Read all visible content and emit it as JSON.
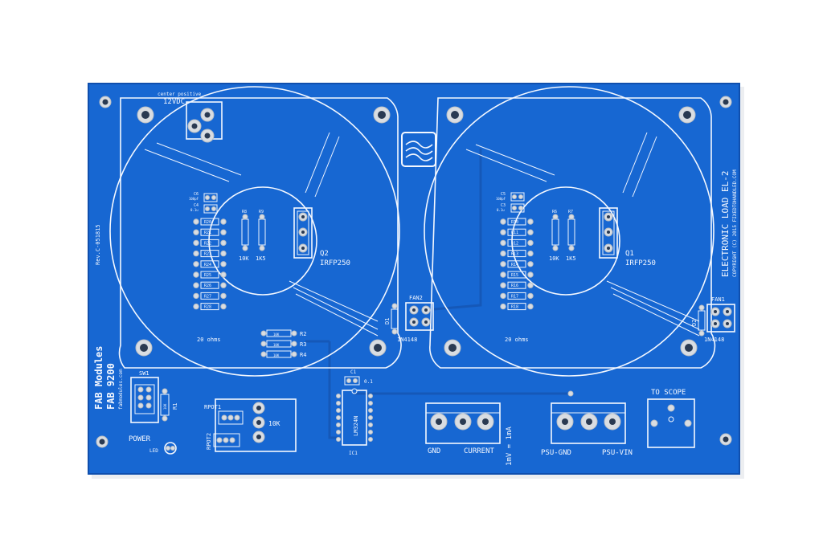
{
  "board": {
    "colors": {
      "board": "#1767d2",
      "board_edge": "#0f4fae",
      "trace": "#1a5fc0",
      "silk": "#f4f8ff",
      "pad": "#d9dde2",
      "background": "#ffffff"
    },
    "revision": "Rev.C-051815",
    "title": "ELECTRONIC LOAD EL-2",
    "copyright": "COPYRIGHT (C) 2015 FIXEDTOHANDLED.COM",
    "power_header": {
      "line1": "center positive",
      "line2": "12VDC"
    },
    "brand": {
      "name": "FAB Modules",
      "part": "FAB 9200",
      "url": "fabmodules.com"
    },
    "labels": {
      "sw1": "SW1",
      "r1": "R1",
      "r1_val": "10K",
      "power": "POWER",
      "led": "LED",
      "rpot1": "RPOT1",
      "rpot2": "RPOT2",
      "pot_val": "10K",
      "c1": "C1",
      "c1_val": "0.1",
      "ic_part": "LM324N",
      "ic1": "IC1",
      "r2": "R2",
      "r3": "R3",
      "r4": "R4",
      "r_small": "10K",
      "q2": "Q2",
      "q2_part": "IRFP250",
      "q1": "Q1",
      "q1_part": "IRFP250",
      "fan2": "FAN2",
      "fan1": "FAN1",
      "d1": "D1",
      "d2": "D2",
      "diode": "1N4148",
      "ohms_left": "20 ohms",
      "ohms_right": "20 ohms",
      "r8": "R8",
      "r9": "R9",
      "r6": "R6",
      "r7": "R7",
      "r10k": "10K",
      "r1k5": "1K5",
      "c3": "C3",
      "c4": "C4",
      "c5": "C5",
      "c6": "C6",
      "cap1": "100pF",
      "cap2": "0.1u",
      "gnd": "GND",
      "current": "CURRENT",
      "scale": "1mV = 1mA",
      "psu_gnd": "PSU-GND",
      "psu_vin": "PSU-VIN",
      "to_scope": "TO SCOPE"
    },
    "left_resistors": [
      "R20",
      "R21",
      "R22",
      "R23",
      "R24",
      "R25",
      "R26",
      "R27",
      "R28"
    ],
    "right_resistors": [
      "R10",
      "R11",
      "R12",
      "R13",
      "R14",
      "R15",
      "R16",
      "R17",
      "R18"
    ]
  }
}
